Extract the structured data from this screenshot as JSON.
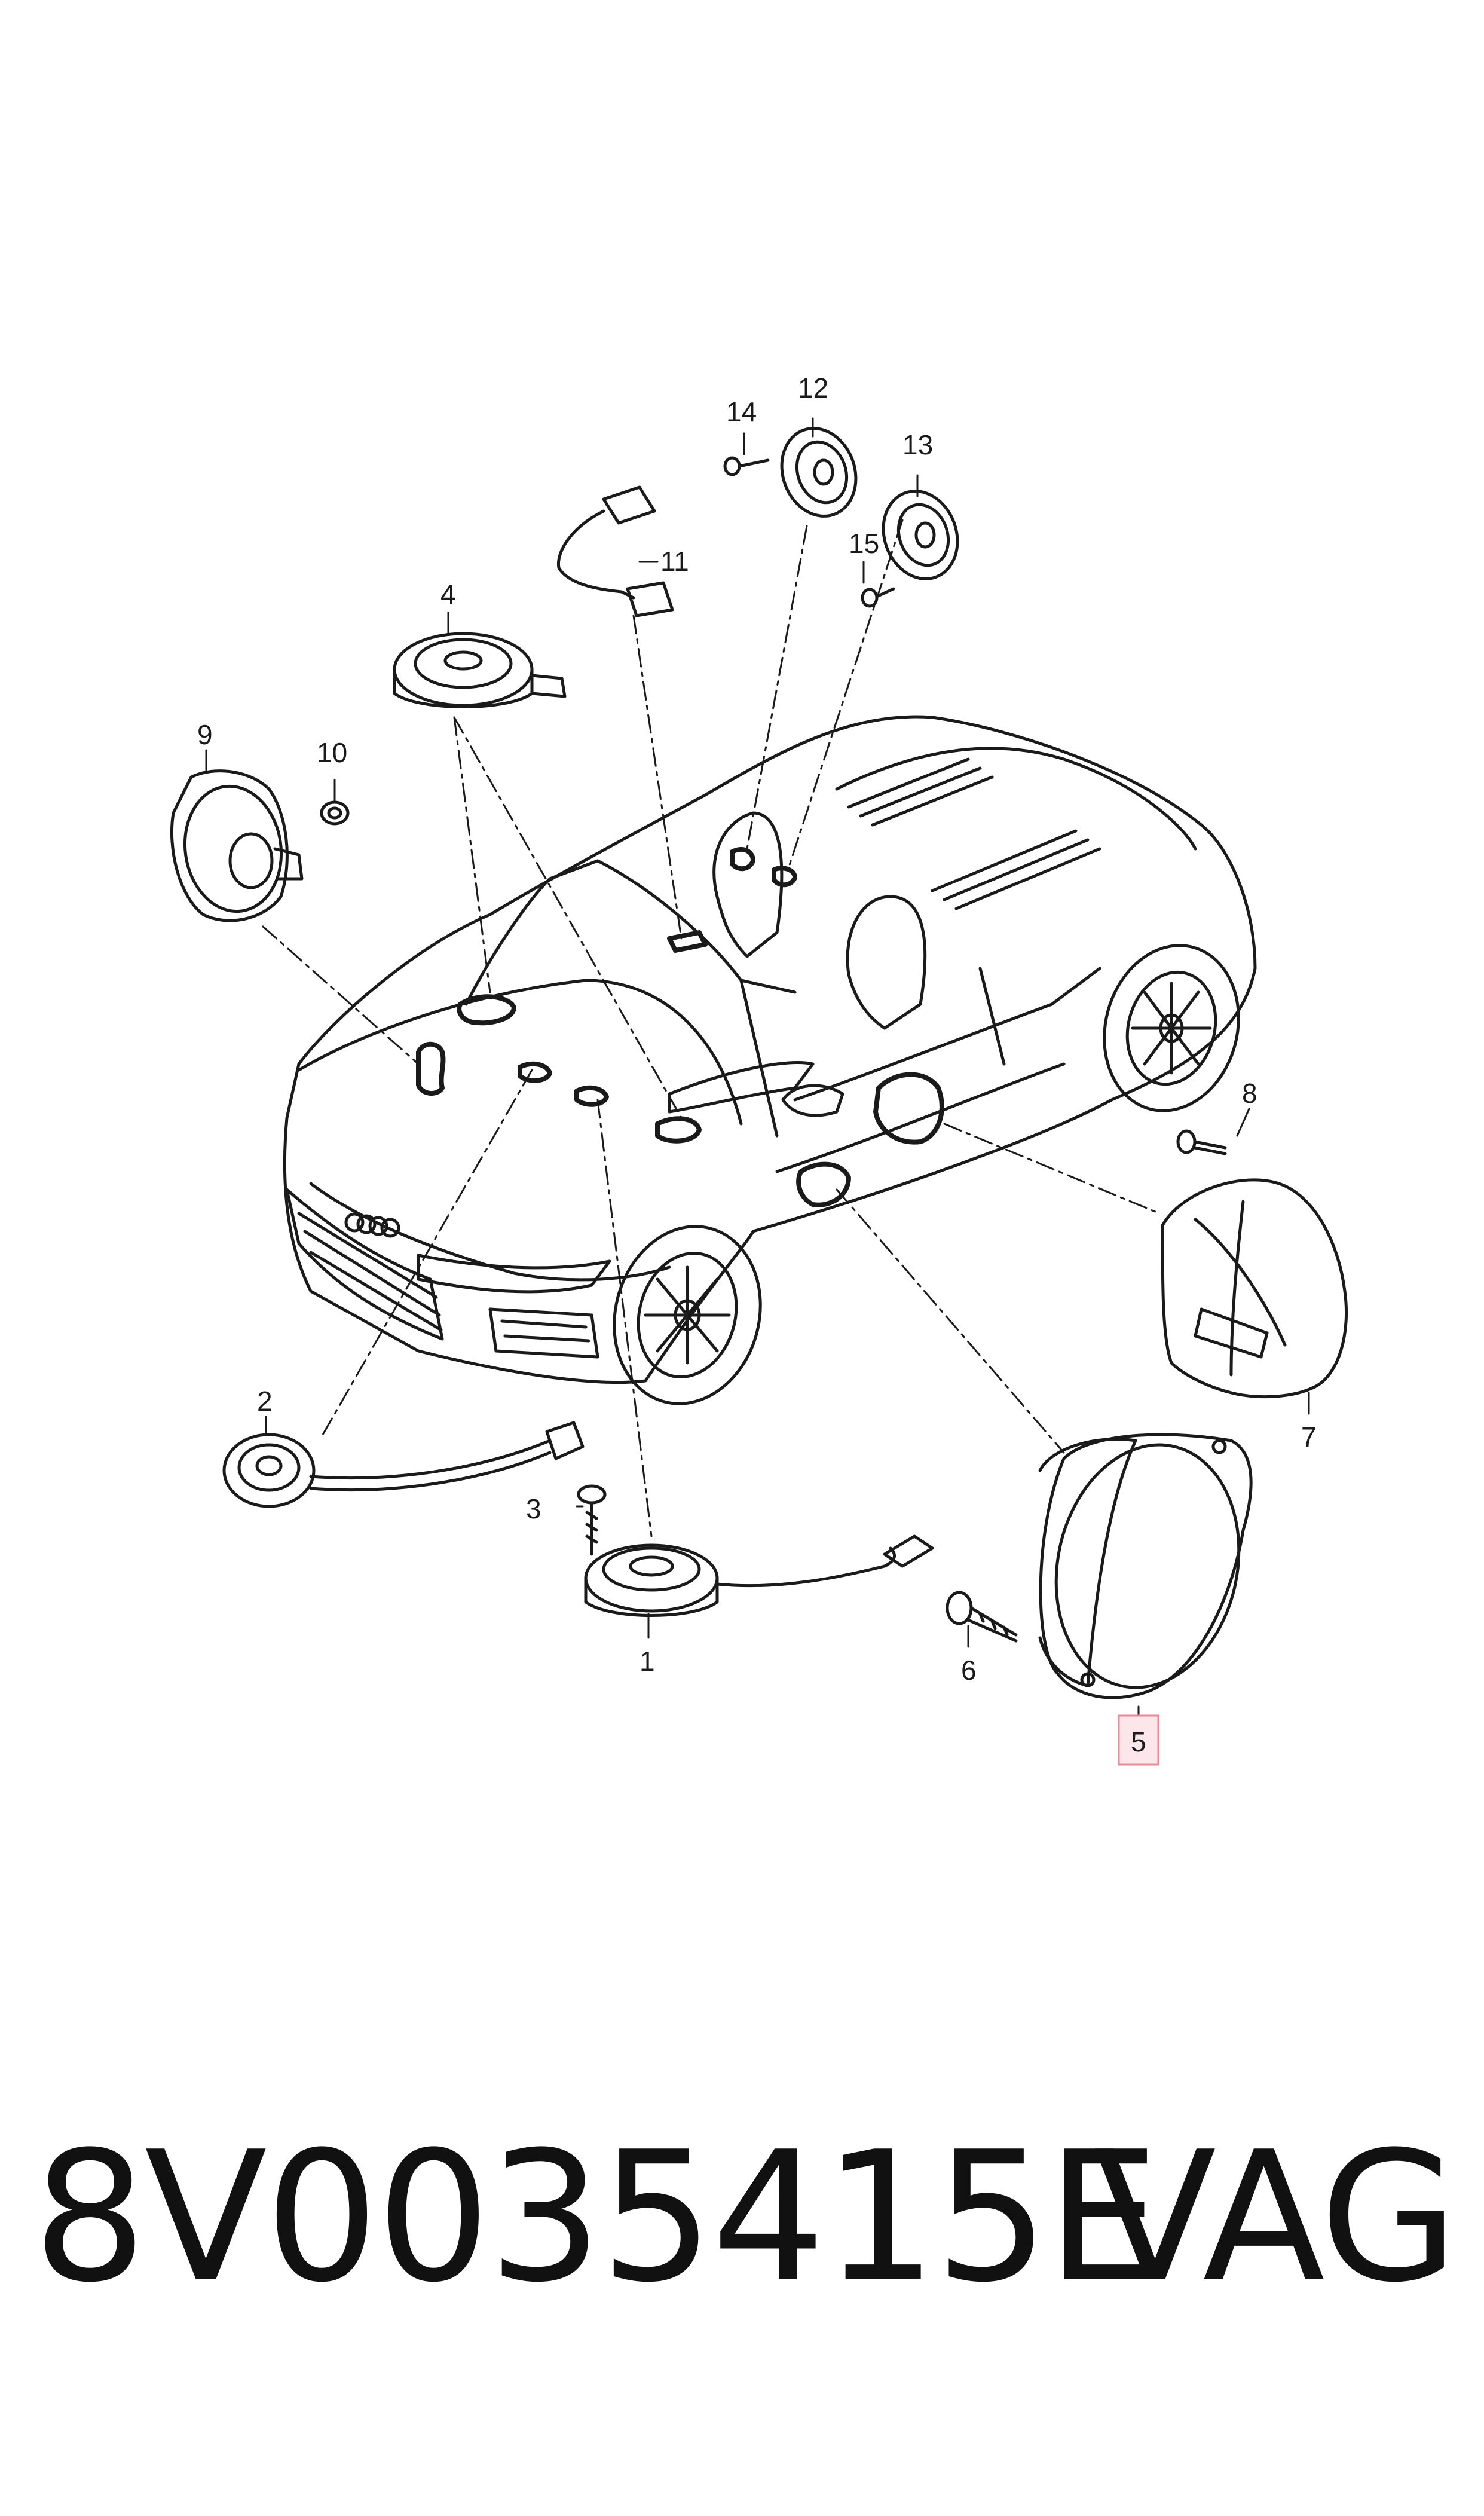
{
  "callouts": [
    "1",
    "2",
    "3",
    "4",
    "5",
    "6",
    "7",
    "8",
    "9",
    "10",
    "11",
    "12",
    "13",
    "14",
    "15"
  ],
  "highlighted_callout": "5",
  "footer": {
    "part_number": "8V0035415E",
    "brand": "VAG"
  },
  "colors": {
    "line": "#1a1a1a",
    "highlight_border": "#e88a9a",
    "highlight_fill": "#fde6ea"
  }
}
